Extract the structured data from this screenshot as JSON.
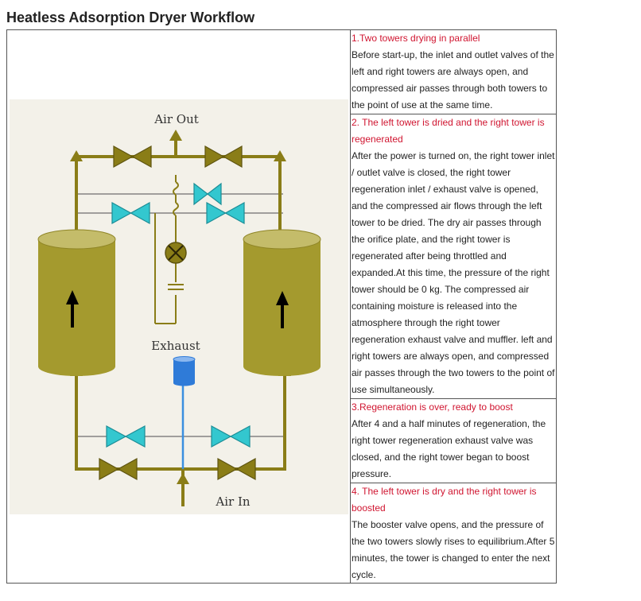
{
  "page": {
    "title": "Heatless Adsorption Dryer Workflow"
  },
  "diagram": {
    "labels": {
      "air_out": "Air Out",
      "exhaust": "Exhaust",
      "air_in": "Air In"
    },
    "colors": {
      "pipe": "#8a7d17",
      "tower_body": "#a49a2e",
      "tower_top": "#c4bc6a",
      "valve_main": "#8a7d17",
      "valve_regen": "#33c7cf",
      "muffler": "#2f7bd8",
      "background": "#f3f1e9"
    }
  },
  "steps": [
    {
      "title": "1.Two towers drying in parallel",
      "body": "Before start-up, the inlet and outlet valves of the left and right towers are always open, and compressed air passes through both towers to the point of use at the same time."
    },
    {
      "title": "2. The left tower is dried and the right tower is regenerated",
      "body": "After the power is turned on, the right tower inlet / outlet valve is closed, the right tower regeneration inlet / exhaust valve is opened, and the compressed air flows through the left tower to be dried. The dry air passes through the orifice plate, and the right tower is regenerated after being throttled and expanded.At this time, the pressure of the right tower should be 0 kg. The compressed air containing moisture is released into the atmosphere through the right tower regeneration exhaust valve and muffler. left and right towers are always open, and compressed air passes through the two towers to the point of use simultaneously."
    },
    {
      "title": "3.Regeneration is over, ready to boost",
      "body": "After 4 and a half minutes of regeneration, the right tower regeneration exhaust valve was closed, and the right tower began to boost pressure."
    },
    {
      "title": "4. The left tower is dry and the right tower is boosted",
      "body": "The booster valve opens, and the pressure of the two towers slowly rises to equilibrium.After 5 minutes, the tower is changed to enter the next cycle."
    }
  ]
}
